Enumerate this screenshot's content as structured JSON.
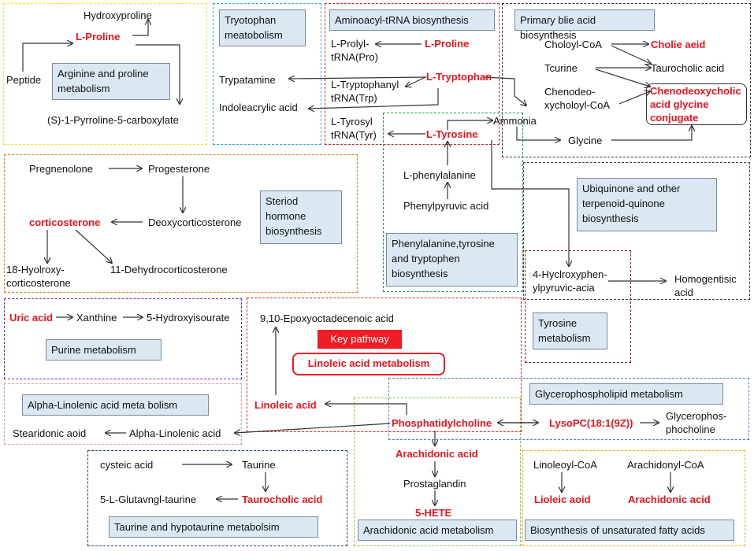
{
  "groups": {
    "arginine": {
      "title": "Arginine and proline metabolism",
      "color": "#f2e22a"
    },
    "tryptophan": {
      "title": "Tryotophan meatobolism",
      "color": "#29a9e0"
    },
    "aminoacyl": {
      "title": "Aminoacyl-tRNA biosynthesis",
      "color": "#c0262d"
    },
    "bile": {
      "title": "Primary blie acid biosynthesis",
      "color": "#3a3226"
    },
    "steroid": {
      "title": "Steriod hormone biosynthesis",
      "color": "#f07d1e"
    },
    "phenylalanine": {
      "title": "Phenylalanine,tyrosine and tryptophen biosynthesis",
      "color": "#1aa34a"
    },
    "ubiquinone": {
      "title": "Ubiquinone and other terpenoid-quinone biosynthesis",
      "color": "#5a3556"
    },
    "tyrosine": {
      "title": "Tyrosine metabolism",
      "color": "#7a1f22"
    },
    "purine": {
      "title": "Purine metabolism",
      "color": "#7a2a8f"
    },
    "linoleic": {
      "title": "Linoleic acid metabolism",
      "color": "#ea1c24"
    },
    "alpha": {
      "title": "Alpha-Linolenic acid meta bolism",
      "color": "#e89aa0"
    },
    "glycero": {
      "title": "Glycerophospholipid metabolism",
      "color": "#4c7fd0"
    },
    "taurine": {
      "title": "Taurine and hypotaurine metabolsim",
      "color": "#1d3a78"
    },
    "arachidonic": {
      "title": "Arachidonic acid metabolism",
      "color": "#8cc63f"
    },
    "unsaturated": {
      "title": "Biosynthesis of unsaturated fatty acids",
      "color": "#f2b21a"
    }
  },
  "key_pathway": {
    "tag": "Key pathway",
    "name": "Linoleic acid metabolism"
  },
  "nodes": {
    "hydroxyproline": "Hydroxyproline",
    "l_proline_a": "L-Proline",
    "peptide": "Peptide",
    "pyrroline": "(S)-1-Pyrroline-5-carboxylate",
    "trypatamine": "Trypatamine",
    "indoleacrylic": "Indoleacrylic acid",
    "prolyl_trna": "L-Prolyl-\ntRNA(Pro)",
    "l_proline_b": "L-Proline",
    "tryptophanyl_trna": "L-Tryptophanyl\ntRNA(Trp)",
    "l_tryptophan": "L-Tryptophan",
    "tyrosyl_trna": "L-Tyrosyl\ntRNA(Tyr)",
    "l_tyrosine": "L-Tyrosine",
    "ammonia": "Ammonia",
    "choloyl_coa": "Choloyl-CoA",
    "cholie_aeid": "Cholie aeid",
    "tcurine": "Tcurine",
    "taurocholic_a": "Taurocholic acid",
    "chenodeo": "Chenodeo-\nxycholoyl-CoA",
    "cdca_glycine": "Chenodeoxycholic\nacid glycine\nconjugate",
    "glycine": "Glycine",
    "pregnenolone": "Pregnenolone",
    "progesterone": "Progesterone",
    "corticosterone": "corticosterone",
    "deoxycorticosterone": "Deoxycorticosterone",
    "hydroxy18": "18-Hyolroxy-\ncorticosterone",
    "dehydro11": "11-Dehydrocorticosterone",
    "l_phenylalanine": "L-phenylalanine",
    "phenylpyruvic": "Phenylpyruvic acid",
    "hydroxyphen": "4-Hyclroxyphen-\nylpyruvic-acia",
    "homogentisic": "Homogentisic\nacid",
    "uric_acid": "Uric acid",
    "xanthine": "Xanthine",
    "hydroxyisourate": "5-Hydroxyisourate",
    "epoxy": "9,10-Epoxyoctadecenoic acid",
    "linoleic_acid": "Linoleic acid",
    "stearidonic": "Stearidonic aoid",
    "alpha_linolenic": "Alpha-Linolenic acid",
    "phosphatidylcholine": "Phosphatidylcholine",
    "lysopc": "LysoPC(18:1(9Z))",
    "glycerophos": "Glycerophos-\nphocholine",
    "cysteic": "cysteic acid",
    "taurine_n": "Taurine",
    "glutavngl": "5-L-Glutavngl-taurine",
    "taurocholic_b": "Taurocholic acid",
    "arachidonic_n": "Arachidonic acid",
    "prostaglandin": "Prostaglandin",
    "hete": "5-HETE",
    "linoleoyl_coa": "Linoleoyl-CoA",
    "arachidonyl_coa": "Arachidonyl-CoA",
    "lioleic_aoid": "Lioleic aoid",
    "arachidonic_c": "Arachidonic acid"
  }
}
